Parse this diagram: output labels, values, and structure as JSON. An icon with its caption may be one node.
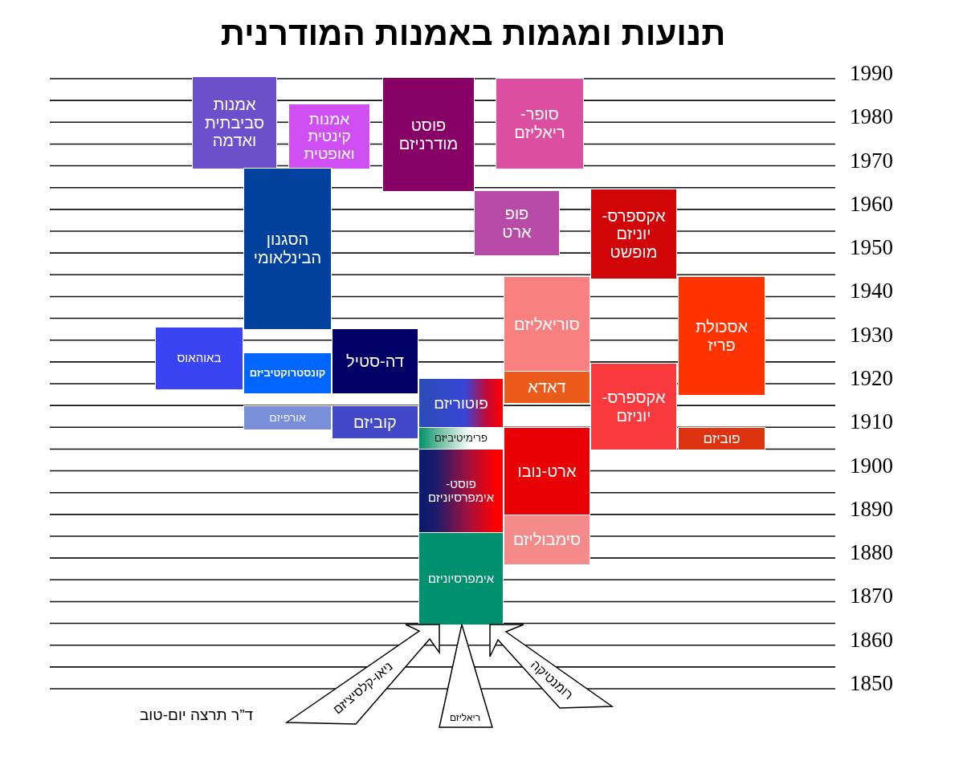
{
  "diagram": {
    "title": "תנועות ומגמות באמנות המודרנית",
    "nodes": [
      {
        "text": [
          "סופר- ריאליזם"
        ]
      },
      {
        "text": [
          "פוסט מודרניזם"
        ]
      },
      {
        "text": [
          "אמנות סביבתית ואדמה"
        ]
      },
      {
        "text": [
          "אמנות קינטית ואופטית"
        ]
      },
      {
        "text": [
          "הסגנון הבינלאומי"
        ]
      },
      {
        "text": [
          "אקספרס- יוניזם מופשט"
        ]
      },
      {
        "text": [
          "פופ ארט"
        ]
      },
      {
        "text": [
          "אסכולת פריז"
        ]
      },
      {
        "text": [
          "סוריאליזם"
        ]
      },
      {
        "text": [
          "דה-סטיל"
        ]
      },
      {
        "text": [
          "באוהאוס"
        ]
      },
      {
        "text": [
          "קונסטרוקטיביזם"
        ]
      },
      {
        "text": [
          "אקספרס- יוניזם"
        ]
      },
      {
        "text": [
          "דאדא"
        ]
      },
      {
        "text": [
          "פוטוריזם"
        ]
      },
      {
        "text": [
          "קוביזם"
        ]
      },
      {
        "text": [
          "אורפיזם"
        ]
      },
      {
        "text": [
          "פוביזם"
        ]
      },
      {
        "text": [
          "ארט-נובו"
        ]
      },
      {
        "text": [
          "פרימיטיביזם"
        ]
      },
      {
        "text": [
          "פוסט- אימפרסיוניזם"
        ]
      },
      {
        "text": [
          "סימבוליזם"
        ]
      },
      {
        "text": [
          "אימפרסיוניזם"
        ]
      }
    ],
    "edges": [
      {
        "from": null,
        "to": 22,
        "arrow": "to",
        "label": "רומנטיקה"
      },
      {
        "from": null,
        "to": 22,
        "arrow": "to",
        "label": "ריאליזם"
      },
      {
        "from": null,
        "to": 22,
        "arrow": "to",
        "label": "ניאו-קלסיציזם"
      }
    ],
    "labels": [
      "1990",
      "1980",
      "1970",
      "1960",
      "1950",
      "1940",
      "1930",
      "1920",
      "1910",
      "1900",
      "1890",
      "1880",
      "1870",
      "1860",
      "1850",
      "ד”ר תרצה יום-טוב"
    ]
  }
}
